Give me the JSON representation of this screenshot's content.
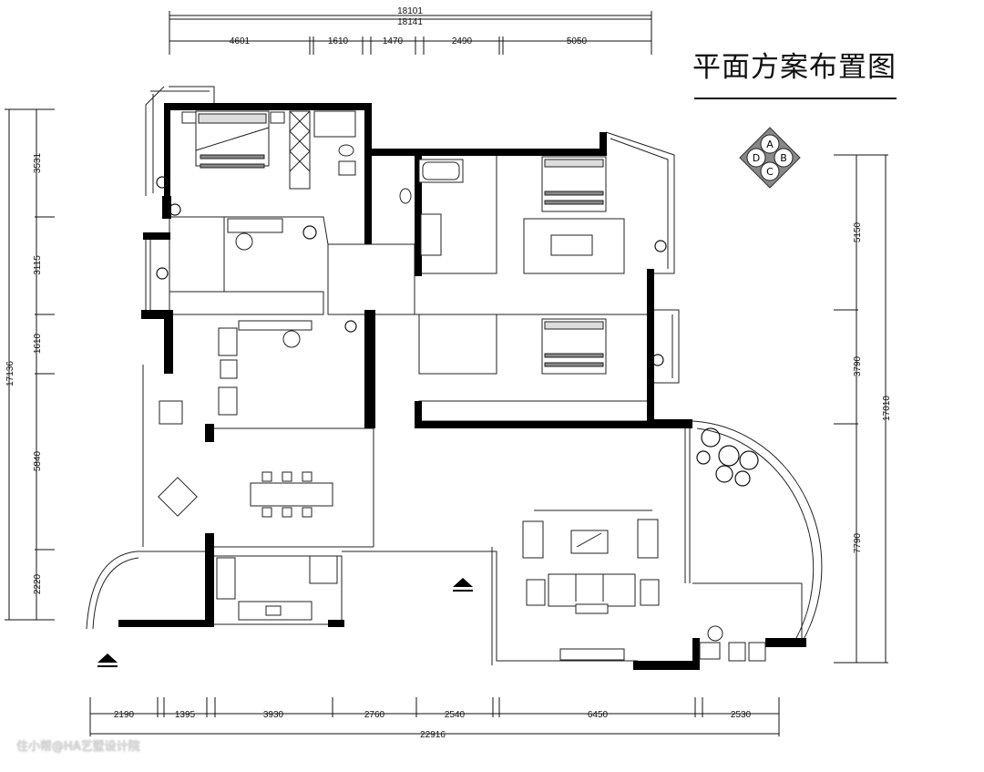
{
  "title": "平面方案布置图",
  "watermark": "住小帮@HA艺墅设计院",
  "compass": {
    "a": "A",
    "b": "B",
    "c": "C",
    "d": "D"
  },
  "dimensions": {
    "top_totals": [
      "18101",
      "18141"
    ],
    "top": [
      "4601",
      "1610",
      "1470",
      "2490",
      "5050"
    ],
    "bottom": [
      "2190",
      "1395",
      "3930",
      "2760",
      "2540",
      "6450",
      "2530"
    ],
    "bottom_total": "22916",
    "left": [
      "3531",
      "3115",
      "1610",
      "5840",
      "2220"
    ],
    "left_total": "17136",
    "right": [
      "5150",
      "3790",
      "7790"
    ],
    "right_total": "17010"
  }
}
